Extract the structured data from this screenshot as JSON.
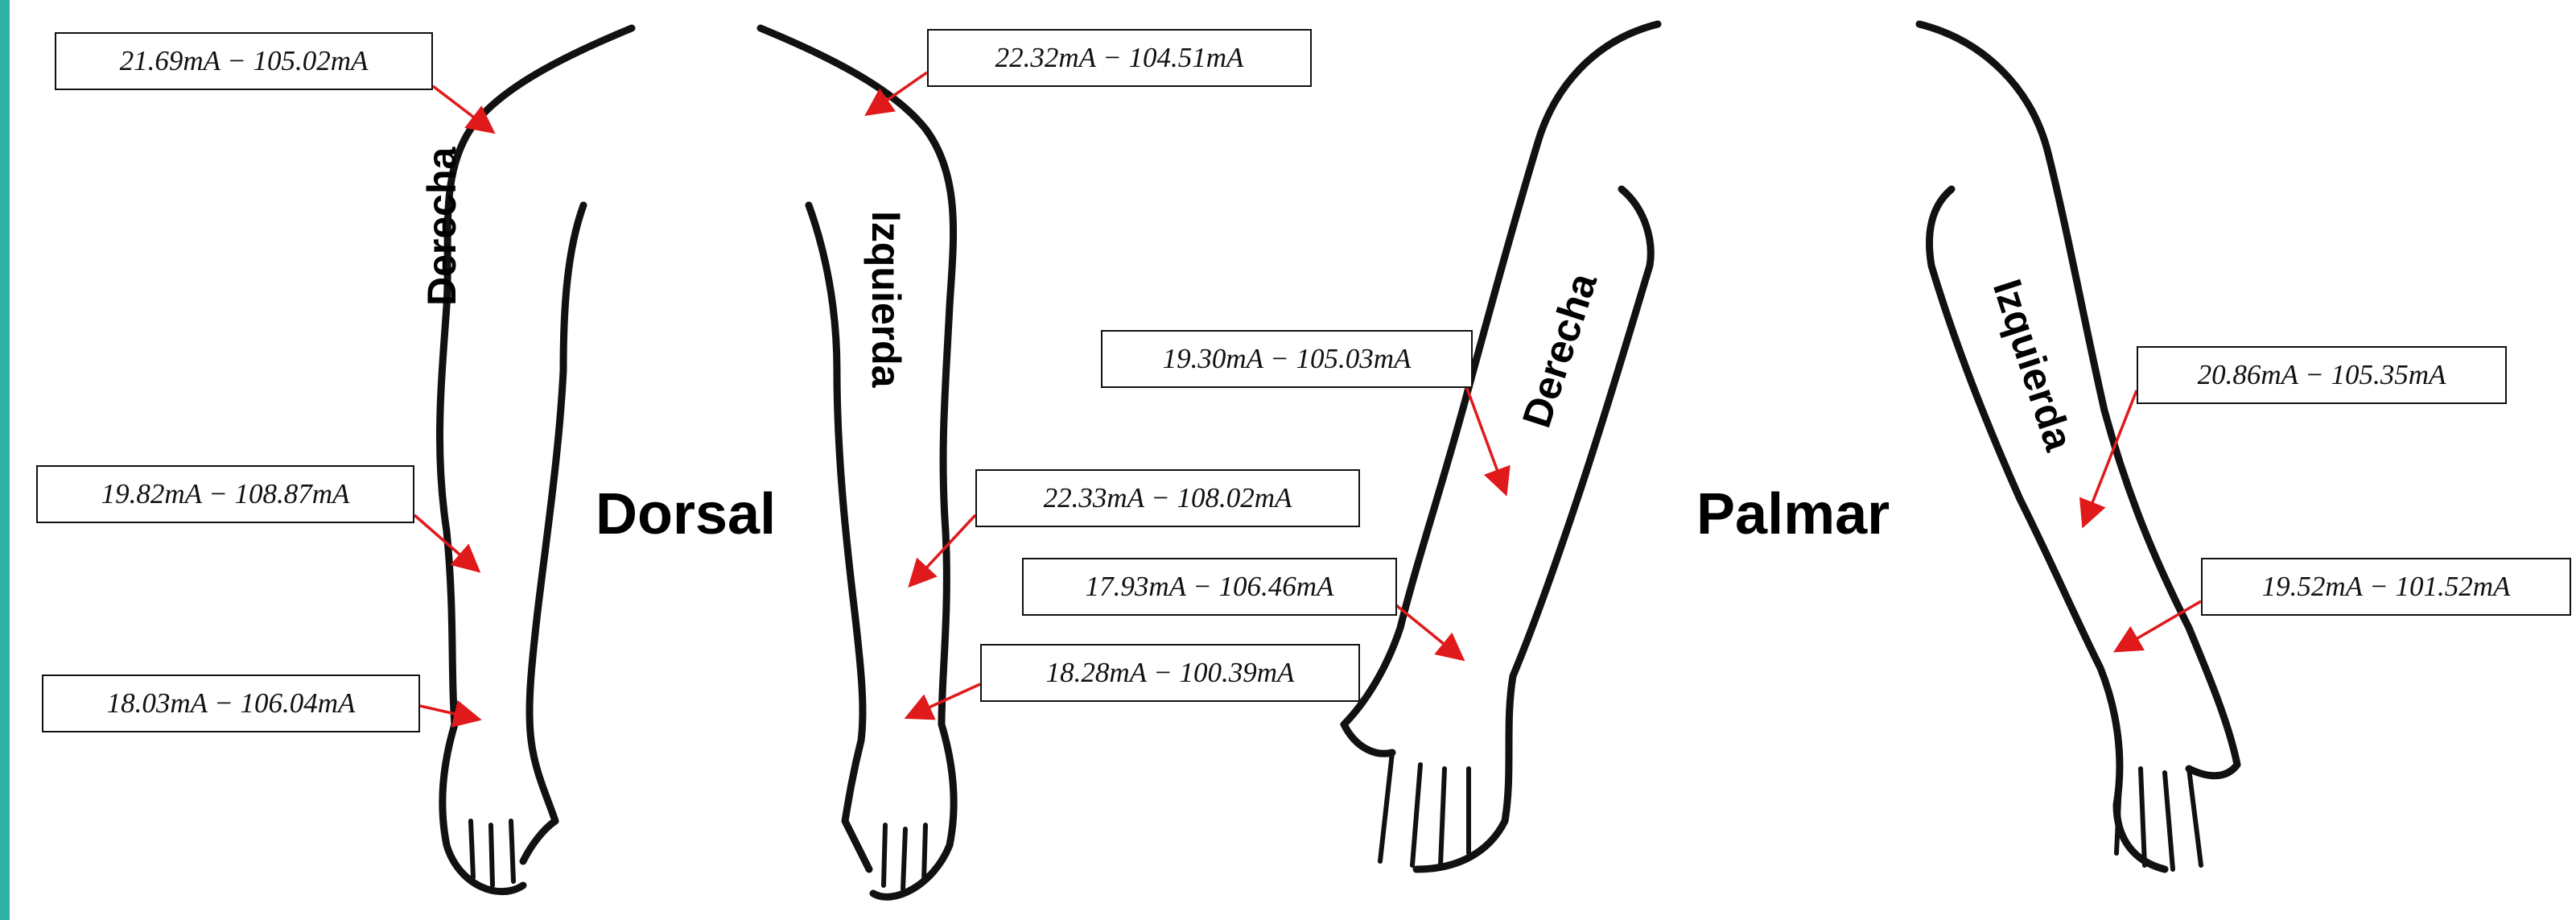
{
  "colors": {
    "accent_bar": "#2fb3a8",
    "arrow": "#e0191b",
    "outline": "#111111"
  },
  "views": {
    "dorsal": "Dorsal",
    "palmar": "Palmar"
  },
  "arm_labels": {
    "dorsal_right": "Derecha",
    "dorsal_left": "Izquierda",
    "palmar_right": "Derecha",
    "palmar_left": "Izquierda"
  },
  "measurements": {
    "dorsal_right_upper": "21.69mA − 105.02mA",
    "dorsal_right_forearm": "19.82mA − 108.87mA",
    "dorsal_right_wrist": "18.03mA − 106.04mA",
    "dorsal_left_upper": "22.32mA − 104.51mA",
    "dorsal_left_forearm": "22.33mA − 108.02mA",
    "dorsal_left_wrist": "18.28mA − 100.39mA",
    "palmar_right_forearm": "19.30mA − 105.03mA",
    "palmar_right_wrist": "17.93mA − 106.46mA",
    "palmar_left_forearm": "20.86mA − 105.35mA",
    "palmar_left_wrist": "19.52mA − 101.52mA"
  }
}
